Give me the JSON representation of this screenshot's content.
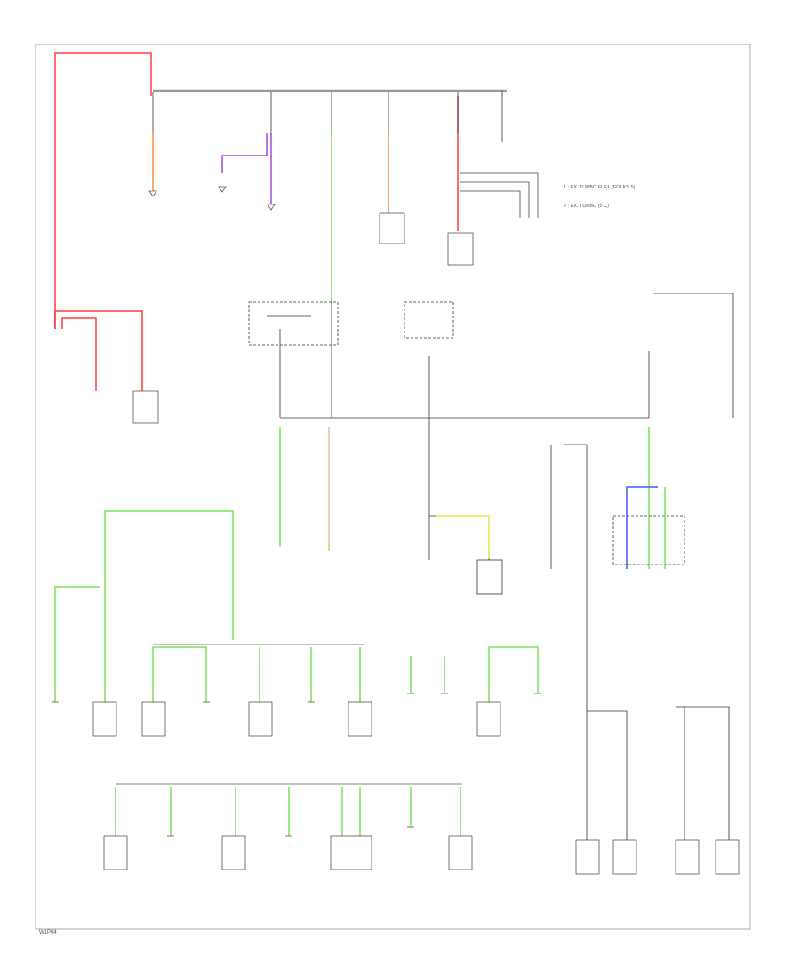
{
  "diagram_id": "W1P04",
  "colors": {
    "gray": "#9a9a9a",
    "red": "#ff3b3b",
    "green": "#7be05a",
    "orange": "#ff8c3a",
    "purple": "#a54ad9",
    "blue": "#3e5bff",
    "yellow": "#e8e84a",
    "tan": "#e0c08a",
    "black": "#333333"
  },
  "legend": {
    "item1": "1 : EX. TURBO FUEL (FOLKS 5)",
    "item2": "2 : EX. TURBO (5 C)"
  }
}
